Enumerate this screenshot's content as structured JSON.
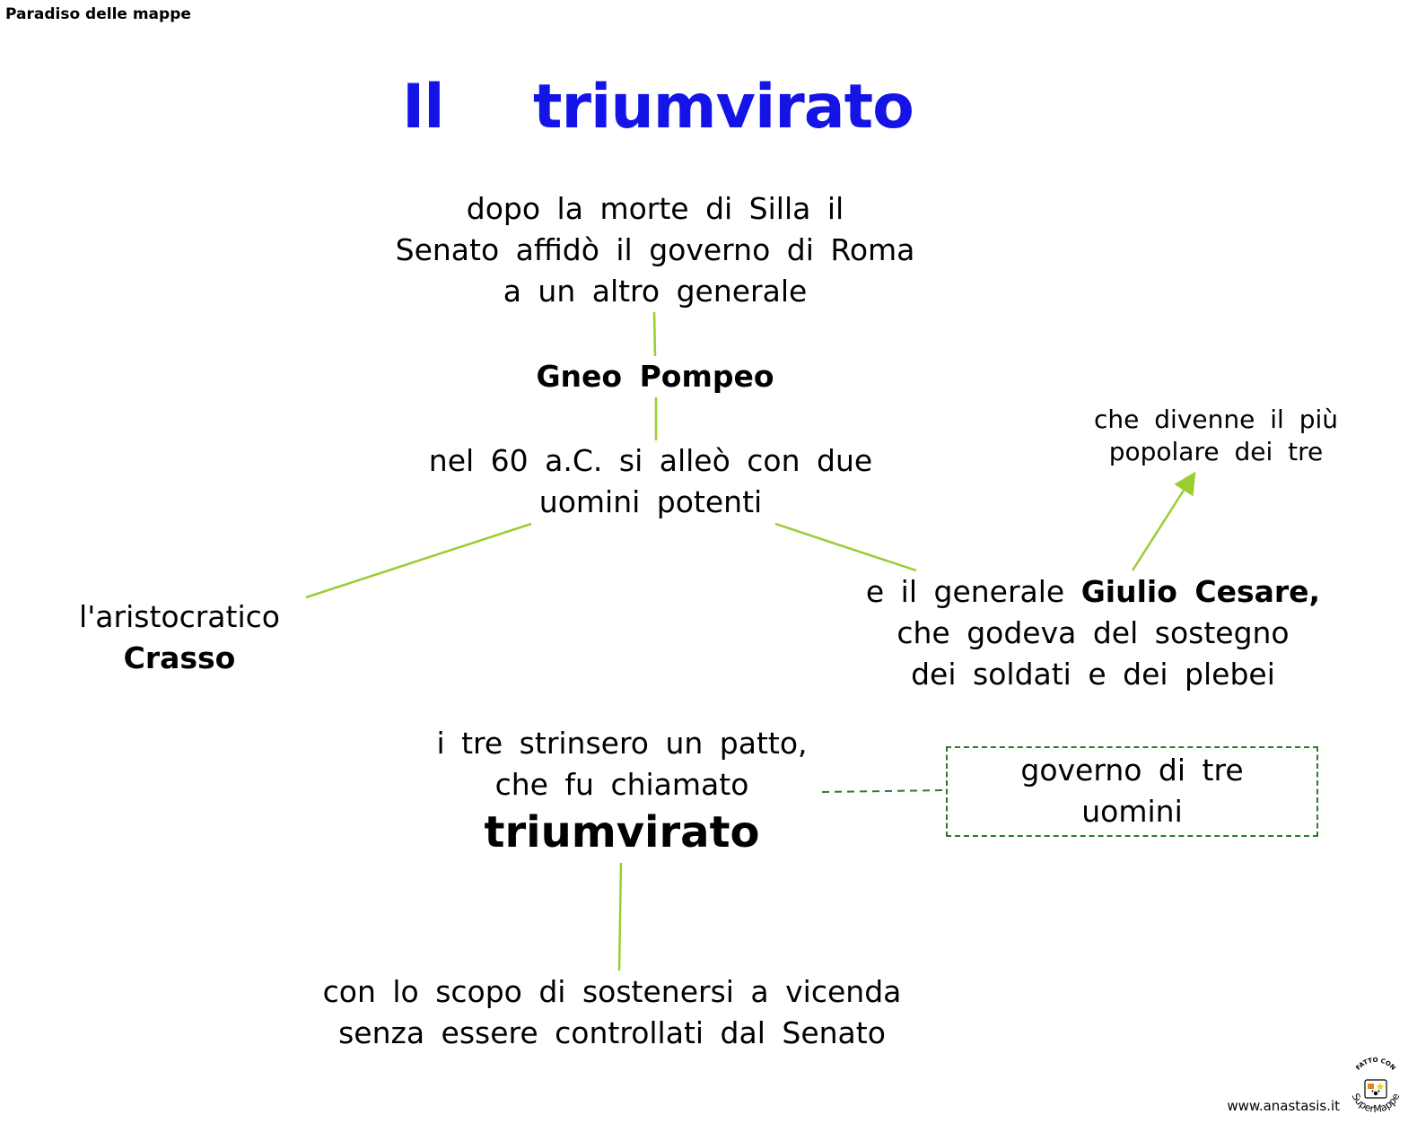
{
  "header": "Paradiso delle mappe",
  "title": {
    "word1": "Il",
    "word2": "triumvirato"
  },
  "nodes": {
    "senato": {
      "line1": "dopo  la  morte  di  Silla  il",
      "line2": "Senato  affidò  il  governo  di  Roma",
      "line3": "a  un  altro  generale"
    },
    "pompeo": "Gneo  Pompeo",
    "alleanza": {
      "line1": "nel  60  a.C.  si  alleò  con  due",
      "line2": "uomini  potenti"
    },
    "crasso": {
      "line1": "l'aristocratico",
      "line2": "Crasso"
    },
    "cesare": {
      "prefix": "e  il  generale  ",
      "name": "Giulio  Cesare,",
      "line2": "che  godeva  del  sostegno",
      "line3": "dei  soldati  e  dei  plebei"
    },
    "popolare": {
      "line1": "che  divenne  il  più",
      "line2": "popolare  dei  tre"
    },
    "patto": {
      "line1": "i  tre  strinsero  un  patto,",
      "line2": "che  fu  chiamato",
      "line3": "triumvirato"
    },
    "definizione": {
      "line1": "governo  di  tre",
      "line2": "uomini"
    },
    "scopo": {
      "line1": "con  lo  scopo  di  sostenersi  a  vicenda",
      "line2": "senza  essere  controllati  dal  Senato"
    }
  },
  "footer": "www.anastasis.it",
  "logo": {
    "text_top": "FATTO CON",
    "text_bottom": "SuperMappe"
  },
  "colors": {
    "title": "#1414e6",
    "connector": "#9acd32",
    "dashed": "#2d7a2d"
  }
}
